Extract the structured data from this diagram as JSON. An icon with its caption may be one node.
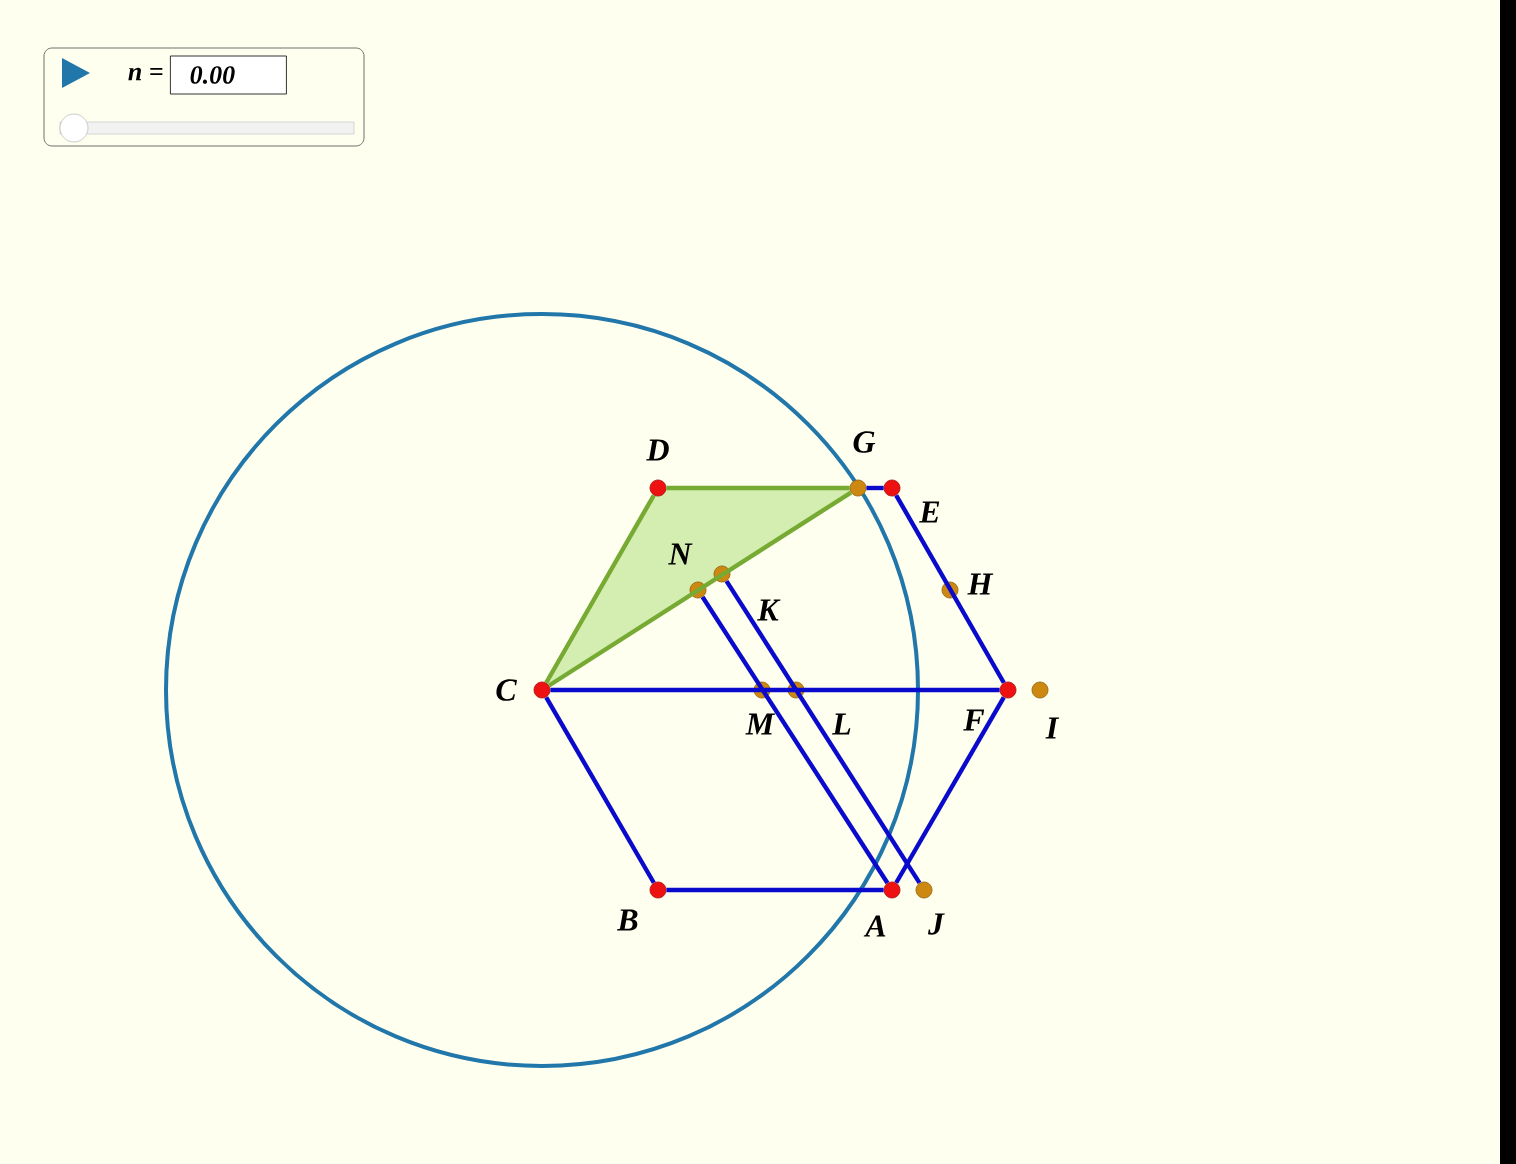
{
  "diagram": {
    "nodes": [
      {
        "text": [
          "A"
        ]
      },
      {
        "text": [
          "B"
        ]
      },
      {
        "text": [
          "C"
        ]
      },
      {
        "text": [
          "D"
        ]
      },
      {
        "text": [
          "E"
        ]
      },
      {
        "text": [
          "F"
        ]
      },
      {
        "text": [
          "G"
        ]
      },
      {
        "text": [
          "H"
        ]
      },
      {
        "text": [
          "I"
        ]
      },
      {
        "text": [
          "J"
        ]
      },
      {
        "text": [
          "K"
        ]
      },
      {
        "text": [
          "L"
        ]
      },
      {
        "text": [
          "M"
        ]
      },
      {
        "text": [
          "N"
        ]
      }
    ],
    "edges": [
      {
        "from": 3,
        "to": 6,
        "arrow": "none",
        "color": "#77aa33"
      },
      {
        "from": 6,
        "to": 4,
        "arrow": "none"
      },
      {
        "from": 2,
        "to": 3,
        "arrow": "none",
        "color": "#77aa33"
      },
      {
        "from": 2,
        "to": 6,
        "arrow": "none",
        "color": "#77aa33"
      },
      {
        "from": 4,
        "to": 5,
        "arrow": "none"
      },
      {
        "from": 5,
        "to": 0,
        "arrow": "none"
      },
      {
        "from": 0,
        "to": 1,
        "arrow": "none"
      },
      {
        "from": 1,
        "to": 2,
        "arrow": "none"
      },
      {
        "from": 2,
        "to": 5,
        "arrow": "none"
      },
      {
        "from": 13,
        "to": 0,
        "arrow": "none"
      },
      {
        "from": 10,
        "to": 9,
        "arrow": "none"
      }
    ],
    "labels": [
      "n =",
      "0.00"
    ]
  }
}
